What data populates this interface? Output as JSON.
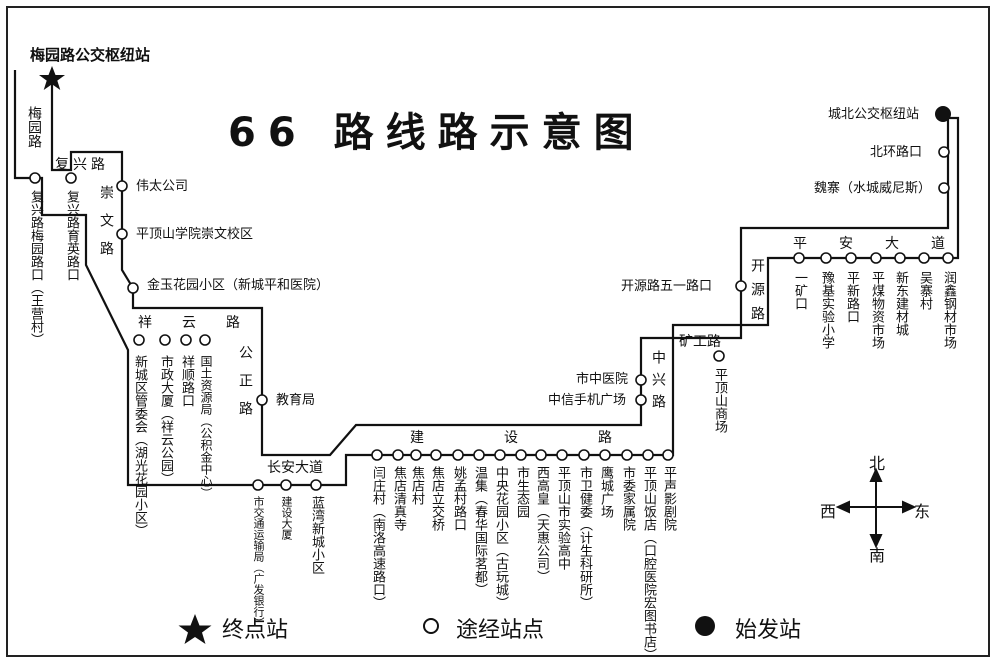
{
  "title": "66 路线路示意图",
  "terminal": "梅园路公交枢纽站",
  "origin": "城北公交枢纽站",
  "roads": {
    "meiyuan": "梅园路",
    "fuxing": "复兴路",
    "chongwen": "崇文路",
    "xiangyun": "祥云路",
    "gongzheng": "公正路",
    "changan": "长安大道",
    "jianshe": "建设路",
    "zhongxing": "中兴路",
    "kaiyuan": "开源路",
    "pingan": "平安大道",
    "kuanggong": "矿工路"
  },
  "stops": {
    "s01": "复兴路梅园路口（王营村）",
    "s02": "复兴路育英路口",
    "s03": "伟太公司",
    "s04": "平顶山学院崇文校区",
    "s05": "金玉花园小区（新城平和医院）",
    "s06": "新城区管委会（湖光花园小区）",
    "s07": "市政大厦（祥云公园）",
    "s08": "祥顺路口",
    "s09": "国土资源局（公积金中心）",
    "s10": "教育局",
    "s11": "市交通运输局（广发银行）",
    "s12": "建设大厦",
    "s13": "蓝湾新城小区",
    "s14": "闫庄村（南洛高速路口）",
    "s15": "焦店清真寺",
    "s16": "焦店村",
    "s17": "焦店立交桥",
    "s18": "姚孟村路口",
    "s19": "温集（春华国际茗都）",
    "s20": "中央花园小区（古玩城）",
    "s21": "市生态园",
    "s22": "西高皇（天惠公司）",
    "s23": "平顶山市实验高中",
    "s24": "市卫健委（计生科研所）",
    "s25": "鹰城广场",
    "s26": "市委家属院",
    "s27": "平顶山饭店（口腔医院宏图书店）",
    "s28": "平声影剧院",
    "s29": "中信手机广场",
    "s30": "市中医院",
    "s31": "平顶山商场",
    "s32": "开源路五一路口",
    "s33": "一矿口",
    "s34": "豫基实验小学",
    "s35": "平新路口",
    "s36": "平煤物资市场",
    "s37": "新东建材城",
    "s38": "吴寨村",
    "s39": "润鑫钢材市场",
    "s40": "魏寨（水城威尼斯）",
    "s41": "北环路口"
  },
  "compass": {
    "north": "北",
    "south": "南",
    "west": "西",
    "east": "东"
  },
  "legend": {
    "terminal": "终点站",
    "via": "途经站点",
    "origin": "始发站"
  },
  "colors": {
    "line": "#111111",
    "stop_fill": "#ffffff",
    "origin_fill": "#111111"
  }
}
